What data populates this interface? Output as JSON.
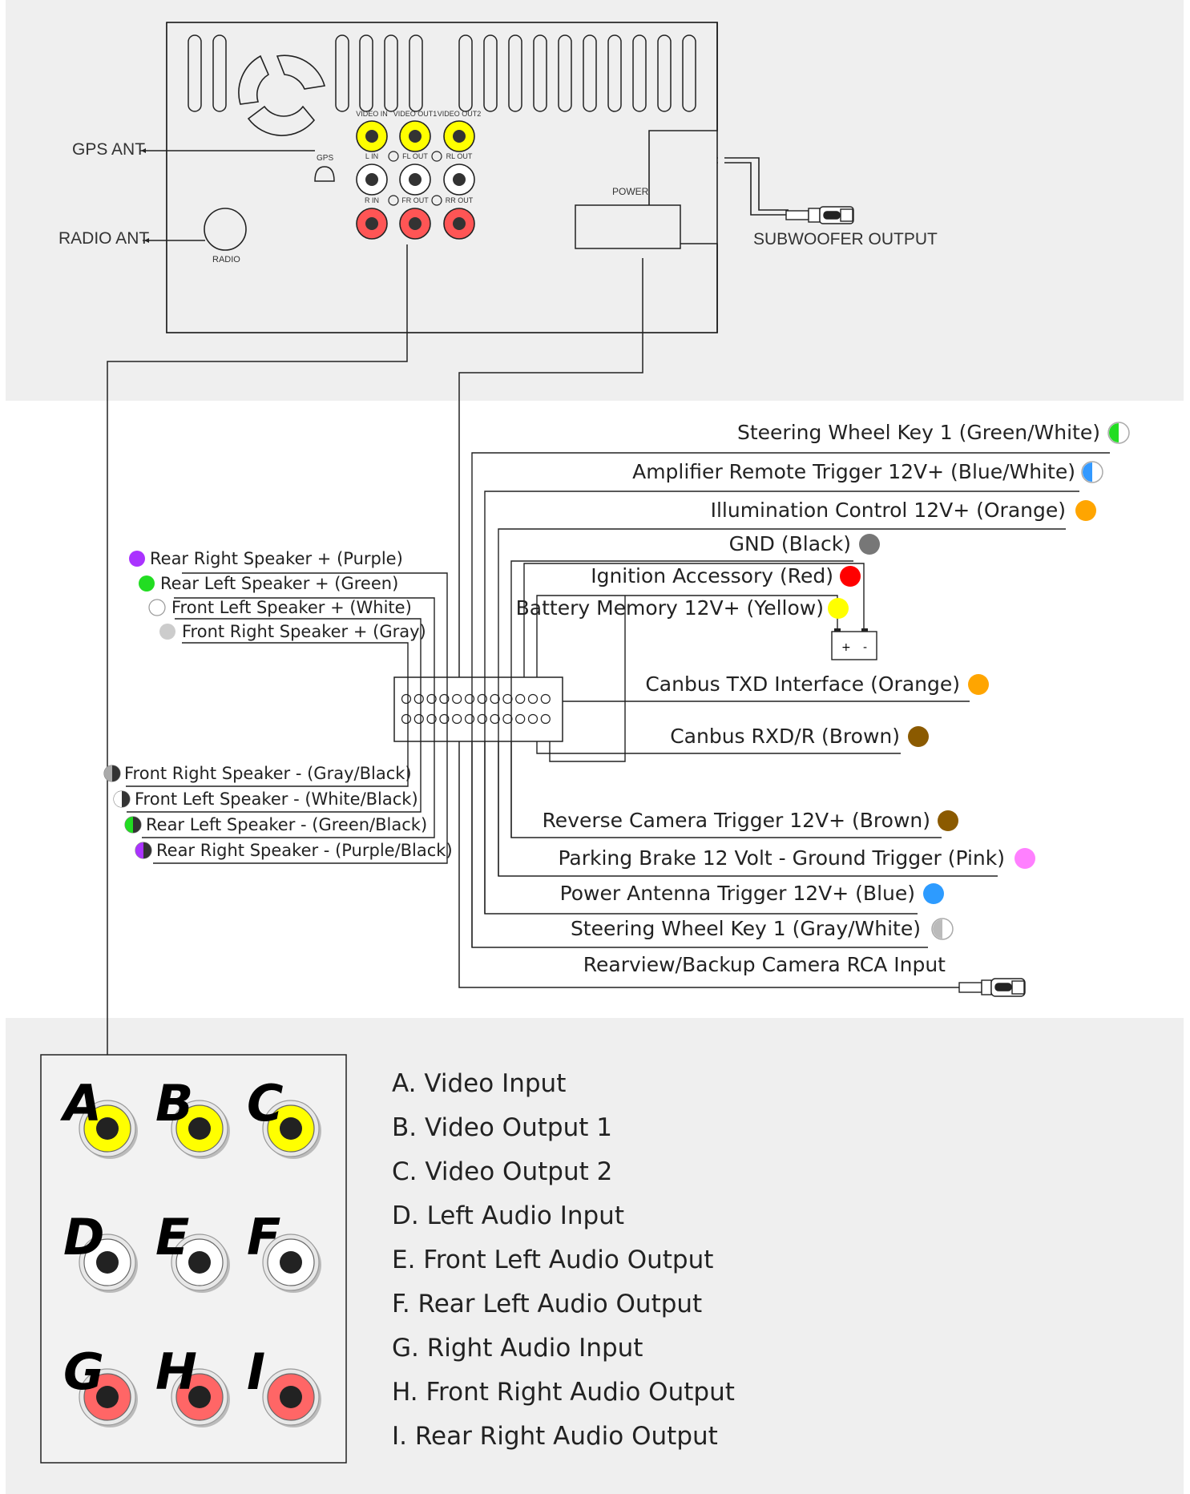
{
  "head_unit": {
    "gps_ant": "GPS ANT",
    "radio_ant": "RADIO ANT",
    "gps_port": "GPS",
    "radio_port": "RADIO",
    "power": "POWER",
    "subwoofer": "SUBWOOFER OUTPUT",
    "rca_labels": {
      "video_in": "VIDEO IN",
      "video_out1": "VIDEO OUT1",
      "video_out2": "VIDEO OUT2",
      "l_in": "L IN",
      "fl_out": "FL OUT",
      "rl_out": "RL OUT",
      "r_in": "R IN",
      "fr_out": "FR OUT",
      "rr_out": "RR OUT"
    }
  },
  "harness": {
    "right_wires": [
      {
        "label": "Steering Wheel Key 1 (Green/White)",
        "color": "#22dd22",
        "split": true
      },
      {
        "label": "Amplifier Remote Trigger 12V+ (Blue/White)",
        "color": "#3399ff",
        "split": true
      },
      {
        "label": "Illumination Control 12V+ (Orange)",
        "color": "#ffa500"
      },
      {
        "label": "GND (Black)",
        "color": "#777777"
      },
      {
        "label": "Ignition Accessory (Red)",
        "color": "#ff0000"
      },
      {
        "label": "Battery Memory 12V+ (Yellow)",
        "color": "#ffff00"
      },
      {
        "label": "Canbus TXD Interface (Orange)",
        "color": "#ffa500"
      },
      {
        "label": "Canbus RXD/R (Brown)",
        "color": "#8b5a00"
      },
      {
        "label": "Reverse Camera Trigger 12V+ (Brown)",
        "color": "#8b5a00"
      },
      {
        "label": "Parking Brake 12 Volt - Ground Trigger (Pink)",
        "color": "#ff80ff"
      },
      {
        "label": "Power Antenna Trigger 12V+ (Blue)",
        "color": "#2d9bff"
      },
      {
        "label": "Steering Wheel Key 1 (Gray/White)",
        "color": "#bbbbbb",
        "split": true
      },
      {
        "label": "Rearview/Backup Camera RCA Input"
      }
    ],
    "left_top": [
      {
        "label": "Rear Right Speaker + (Purple)",
        "color": "#aa33ff"
      },
      {
        "label": "Rear Left Speaker + (Green)",
        "color": "#22dd22"
      },
      {
        "label": "Front Left Speaker + (White)",
        "color": "#ffffff"
      },
      {
        "label": "Front Right Speaker + (Gray)",
        "color": "#cccccc"
      }
    ],
    "left_bottom": [
      {
        "label": "Front Right Speaker - (Gray/Black)",
        "color": "#aaaaaa"
      },
      {
        "label": "Front Left Speaker - (White/Black)",
        "color": "#ffffff"
      },
      {
        "label": "Rear Left Speaker - (Green/Black)",
        "color": "#22dd22"
      },
      {
        "label": "Rear Right Speaker - (Purple/Black)",
        "color": "#aa33ff"
      }
    ],
    "battery_plus": "+",
    "battery_minus": "-"
  },
  "rca_panel": {
    "letters": [
      "A",
      "B",
      "C",
      "D",
      "E",
      "F",
      "G",
      "H",
      "I"
    ],
    "legend": [
      "A. Video Input",
      "B. Video Output 1",
      "C. Video Output 2",
      "D. Left Audio Input",
      "E. Front Left Audio Output",
      "F. Rear Left Audio Output",
      "G. Right Audio Input",
      "H. Front Right Audio Output",
      "I. Rear Right Audio Output"
    ]
  }
}
